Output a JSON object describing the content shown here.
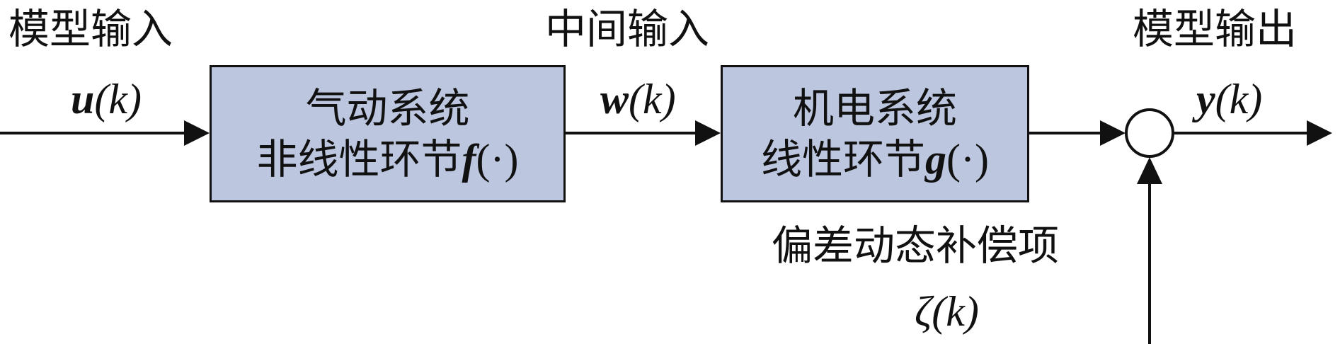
{
  "labels": {
    "model_input": "模型输入",
    "intermediate_input": "中间输入",
    "model_output": "模型输出",
    "bias_compensation": "偏差动态补偿项"
  },
  "signals": {
    "input": {
      "symbol": "u",
      "arg": "(k)"
    },
    "intermediate": {
      "symbol": "w",
      "arg": "(k)"
    },
    "output": {
      "symbol": "y",
      "arg": "(k)"
    },
    "compensation": {
      "symbol": "ζ",
      "arg": "(k)"
    }
  },
  "blocks": {
    "pneumatic": {
      "line1": "气动系统",
      "line2": "非线性环节",
      "fn_symbol": "f",
      "fn_arg": "(·)"
    },
    "electromech": {
      "line1": "机电系统",
      "line2": "线性环节",
      "fn_symbol": "g",
      "fn_arg": "(·)"
    }
  },
  "colors": {
    "block_fill": "#bcc6de",
    "line": "#111111"
  }
}
